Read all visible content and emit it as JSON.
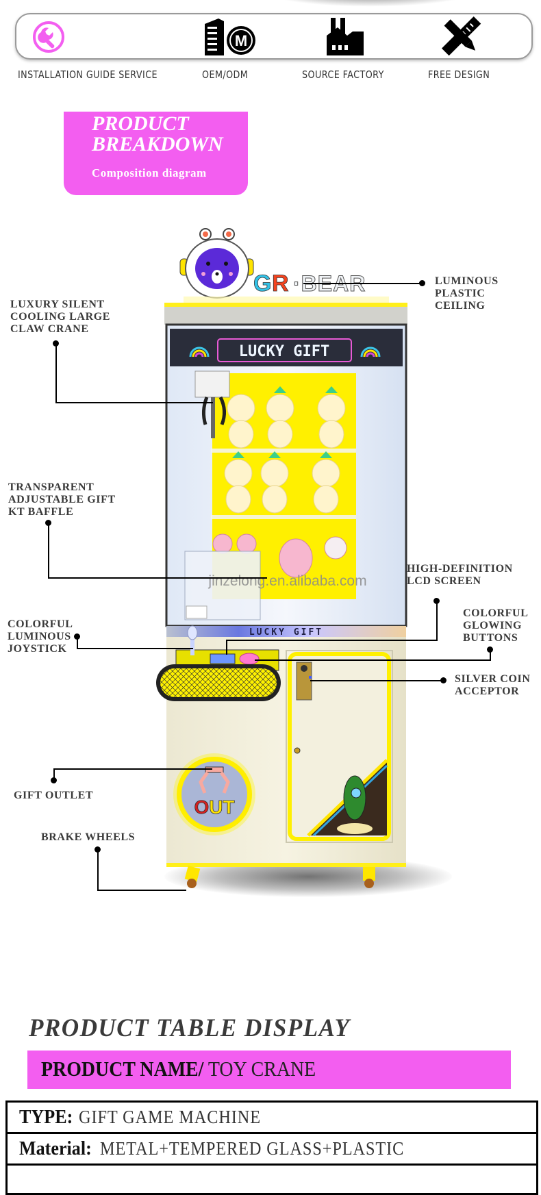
{
  "features": [
    {
      "label": "INSTALLATION GUIDE SERVICE",
      "icon": "wrench-icon",
      "color": "#f35ef0"
    },
    {
      "label": "OEM/ODM",
      "icon": "building-oem-icon",
      "color": "#000000"
    },
    {
      "label": "SOURCE FACTORY",
      "icon": "factory-icon",
      "color": "#000000"
    },
    {
      "label": "FREE DESIGN",
      "icon": "pencil-ruler-icon",
      "color": "#000000"
    }
  ],
  "breakdown": {
    "title_line1": "PRODUCT",
    "title_line2": "BREAKDOWN",
    "subtitle": "Composition diagram",
    "accent_color": "#f35ef0"
  },
  "machine": {
    "brand_logo": "GR·BEAR",
    "marquee": "LUCKY GIFT",
    "control_panel_strip": "LUCKY GIFT",
    "outlet_label": "OUT",
    "watermark": "jinzelong.en.alibaba.com"
  },
  "callouts": {
    "ceiling": [
      "LUMINOUS",
      "PLASTIC",
      "CEILING"
    ],
    "claw": [
      "LUXURY SILENT",
      "COOLING LARGE",
      "CLAW CRANE"
    ],
    "baffle": [
      "TRANSPARENT",
      "ADJUSTABLE GIFT",
      "KT BAFFLE"
    ],
    "lcd": [
      "HIGH-DEFINITION",
      "LCD SCREEN"
    ],
    "joystick": [
      "COLORFUL",
      "LUMINOUS",
      "JOYSTICK"
    ],
    "buttons": [
      "COLORFUL",
      "GLOWING",
      "BUTTONS"
    ],
    "coin": [
      "SILVER COIN",
      "ACCEPTOR"
    ],
    "outlet": [
      "GIFT OUTLET"
    ],
    "wheels": [
      "BRAKE WHEELS"
    ]
  },
  "table_display": {
    "title": "PRODUCT TABLE DISPLAY",
    "product_name_label": "PRODUCT NAME/",
    "product_name_value": " TOY CRANE",
    "rows": [
      {
        "key": "TYPE:",
        "value": "GIFT GAME MACHINE"
      },
      {
        "key": "Material:",
        "value": " METAL+TEMPERED GLASS+PLASTIC"
      }
    ]
  }
}
